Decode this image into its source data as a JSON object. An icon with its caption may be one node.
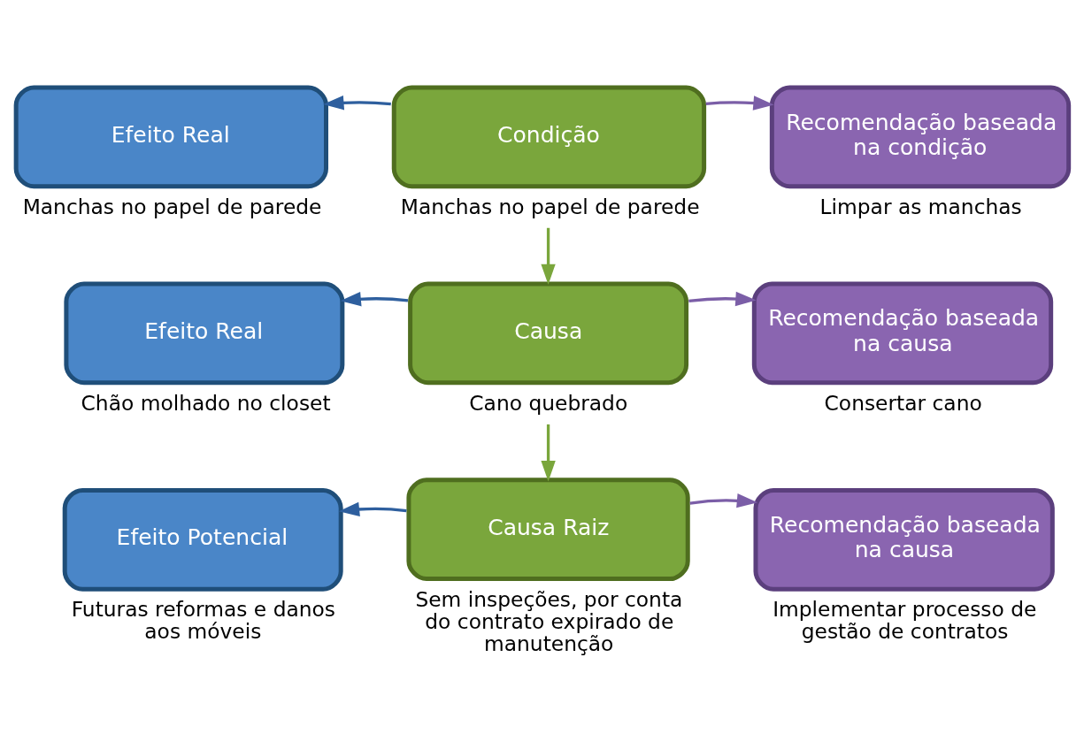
{
  "diagram": {
    "nodes": [
      {
        "text": [
          "Efeito Real"
        ],
        "beside": [
          "Manchas no papel de parede"
        ]
      },
      {
        "text": [
          "Condição"
        ],
        "beside": [
          "Manchas no papel de parede"
        ]
      },
      {
        "text": [
          "Recomendação baseada na condição"
        ],
        "beside": [
          "Limpar as manchas"
        ]
      },
      {
        "text": [
          "Efeito Real"
        ],
        "beside": [
          "Chão molhado no closet"
        ]
      },
      {
        "text": [
          "Causa"
        ],
        "beside": [
          "Cano quebrado"
        ]
      },
      {
        "text": [
          "Recomendação baseada na causa"
        ],
        "beside": [
          "Consertar cano"
        ]
      },
      {
        "text": [
          "Efeito Potencial"
        ],
        "beside": [
          "Futuras reformas e danos aos móveis"
        ]
      },
      {
        "text": [
          "Causa Raiz"
        ],
        "beside": [
          "Sem inspeções, por conta do contrato expirado de manutenção"
        ]
      },
      {
        "text": [
          "Recomendação baseada na causa"
        ],
        "beside": [
          "Implementar processo de gestão de contratos"
        ]
      }
    ],
    "edges": [
      {
        "from": 1,
        "to": 0,
        "arrow": "to",
        "color": "#2e5f9e"
      },
      {
        "from": 1,
        "to": 2,
        "arrow": "to",
        "color": "#7b5ea7"
      },
      {
        "from": 1,
        "to": 4,
        "arrow": "to",
        "color": "#7aa63c"
      },
      {
        "from": 4,
        "to": 3,
        "arrow": "to",
        "color": "#2e5f9e"
      },
      {
        "from": 4,
        "to": 5,
        "arrow": "to",
        "color": "#7b5ea7"
      },
      {
        "from": 4,
        "to": 7,
        "arrow": "to",
        "color": "#7aa63c"
      },
      {
        "from": 7,
        "to": 6,
        "arrow": "to",
        "color": "#2e5f9e"
      },
      {
        "from": 7,
        "to": 8,
        "arrow": "to",
        "color": "#7b5ea7"
      }
    ]
  }
}
